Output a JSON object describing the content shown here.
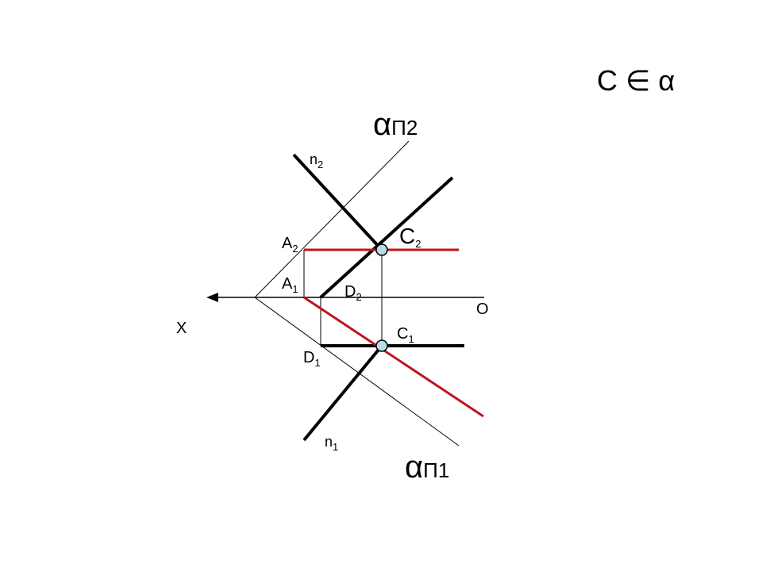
{
  "statement": "C ∈ α",
  "trace_labels": {
    "alpha_p2": {
      "main": "α",
      "sub": "П2"
    },
    "alpha_p1": {
      "main": "α",
      "sub": "П1"
    }
  },
  "axis_labels": {
    "x": "X",
    "o": "O"
  },
  "points": [
    {
      "id": "C2",
      "letter": "C",
      "index": "2"
    },
    {
      "id": "C1",
      "letter": "C",
      "index": "1"
    },
    {
      "id": "A2",
      "letter": "A",
      "index": "2"
    },
    {
      "id": "A1",
      "letter": "A",
      "index": "1"
    },
    {
      "id": "D2",
      "letter": "D",
      "index": "2"
    },
    {
      "id": "D1",
      "letter": "D",
      "index": "1"
    },
    {
      "id": "n2",
      "letter": "n",
      "index": "2"
    },
    {
      "id": "n1",
      "letter": "n",
      "index": "1"
    }
  ],
  "colors": {
    "line": "#000000",
    "highlight": "#c0141c",
    "point_fill": "#b8dde9"
  }
}
